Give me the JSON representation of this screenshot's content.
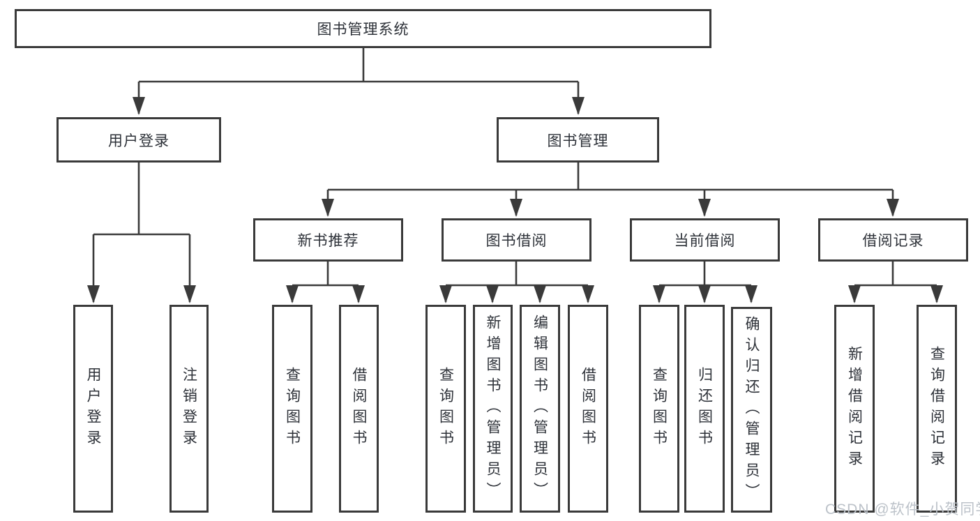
{
  "diagram": {
    "title": "图书管理系统",
    "level2": {
      "user_login": "用户登录",
      "book_management": "图书管理"
    },
    "level3": {
      "new_book_recommend": "新书推荐",
      "book_borrow": "图书借阅",
      "current_borrow": "当前借阅",
      "borrow_records": "借阅记录"
    },
    "leaves": {
      "user_login": "用户登录",
      "logout": "注销登录",
      "recommend_query": "查询图书",
      "recommend_borrow": "借阅图书",
      "borrow_query": "查询图书",
      "borrow_add": "新增图书（管理员）",
      "borrow_edit": "编辑图书（管理员）",
      "borrow_borrow": "借阅图书",
      "current_query": "查询图书",
      "current_return": "归还图书",
      "current_confirm": "确认归还（管理员）",
      "records_add": "新增借阅记录",
      "records_query": "查询借阅记录"
    },
    "watermark": "CSDN @软件_小贺同学",
    "colors": {
      "line": "#3a3a3a",
      "text": "#2d3138",
      "watermark": "#bcc2c9",
      "background": "#ffffff"
    }
  }
}
